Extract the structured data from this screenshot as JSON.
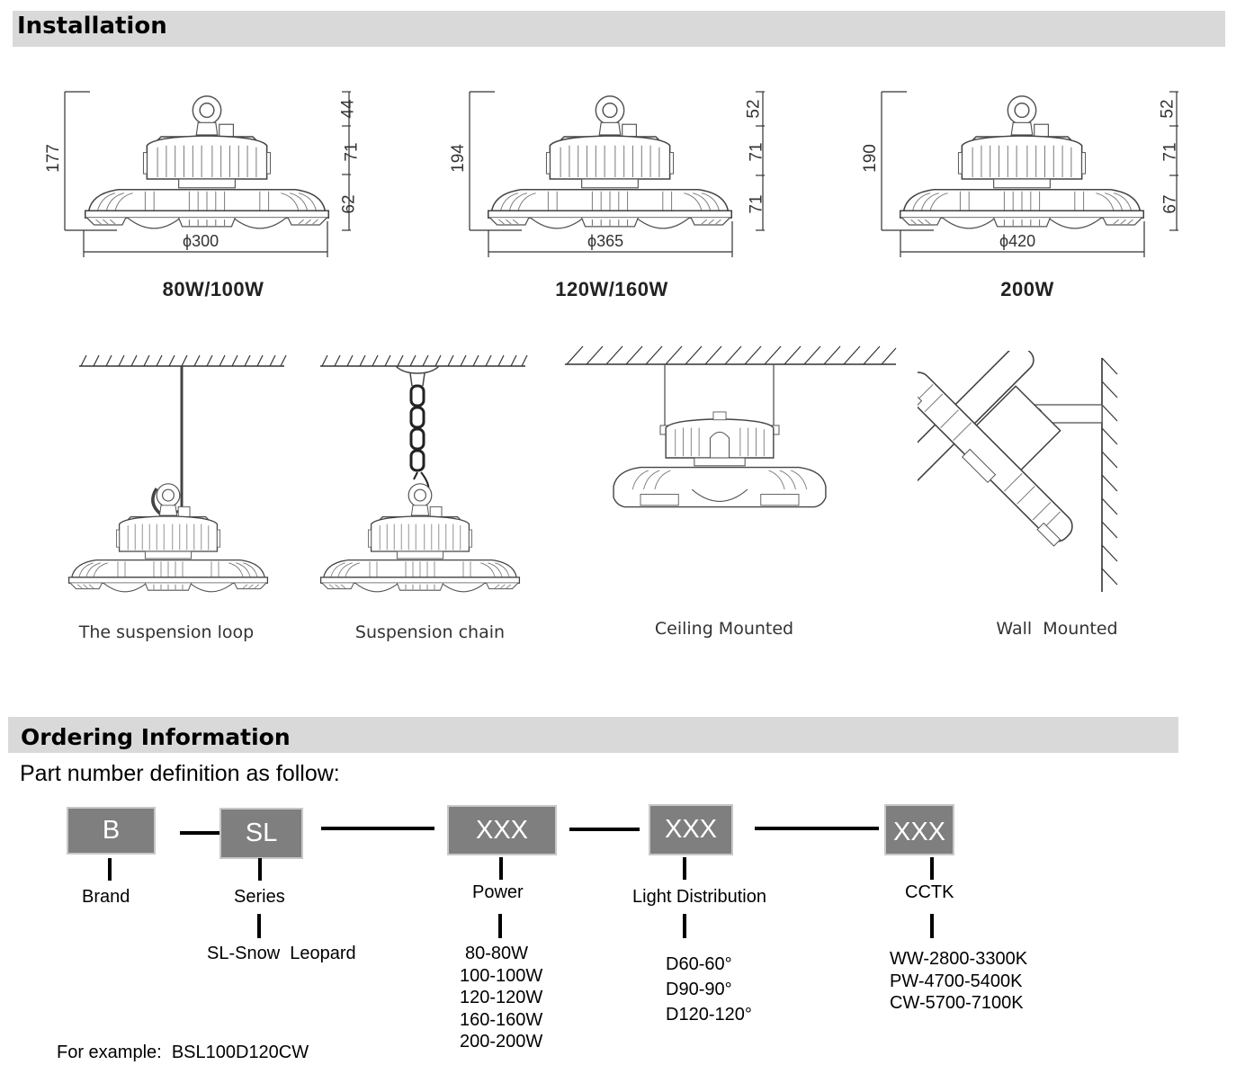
{
  "installation": {
    "title": "Installation",
    "models": [
      {
        "label": "80W/100W",
        "diameter": "ϕ300",
        "total_height": "177",
        "segments": [
          "44",
          "71",
          "62"
        ]
      },
      {
        "label": "120W/160W",
        "diameter": "ϕ365",
        "total_height": "194",
        "segments": [
          "52",
          "71",
          "71"
        ]
      },
      {
        "label": "200W",
        "diameter": "ϕ420",
        "total_height": "190",
        "segments": [
          "52",
          "71",
          "67"
        ]
      }
    ],
    "mounting_methods": [
      {
        "label": "The suspension loop",
        "icon": "suspension-loop-drawing"
      },
      {
        "label": "Suspension chain",
        "icon": "suspension-chain-drawing"
      },
      {
        "label": "Ceiling Mounted",
        "icon": "ceiling-mount-drawing"
      },
      {
        "label": "Wall  Mounted",
        "icon": "wall-mount-drawing"
      }
    ]
  },
  "ordering": {
    "title": "Ordering Information",
    "subtitle": "Part number definition as follow:",
    "segments": [
      {
        "code": "B",
        "label": "Brand",
        "options": []
      },
      {
        "code": "SL",
        "label": "Series",
        "options": [
          "SL-Snow  Leopard"
        ]
      },
      {
        "code": "XXX",
        "label": "Power",
        "options": [
          "80-80W",
          "100-100W",
          "120-120W",
          "160-160W",
          "200-200W"
        ]
      },
      {
        "code": "XXX",
        "label": "Light Distribution",
        "options": [
          "D60-60°",
          "D90-90°",
          "D120-120°"
        ]
      },
      {
        "code": "XXX",
        "label": "CCTK",
        "options": [
          "WW-2800-3300K",
          "PW-4700-5400K",
          "CW-5700-7100K"
        ]
      }
    ],
    "example": "For example:  BSL100D120CW"
  },
  "colors": {
    "band": "#d9d9d9",
    "box_fill": "#7f7f7f",
    "box_border": "#c8c8c8"
  }
}
